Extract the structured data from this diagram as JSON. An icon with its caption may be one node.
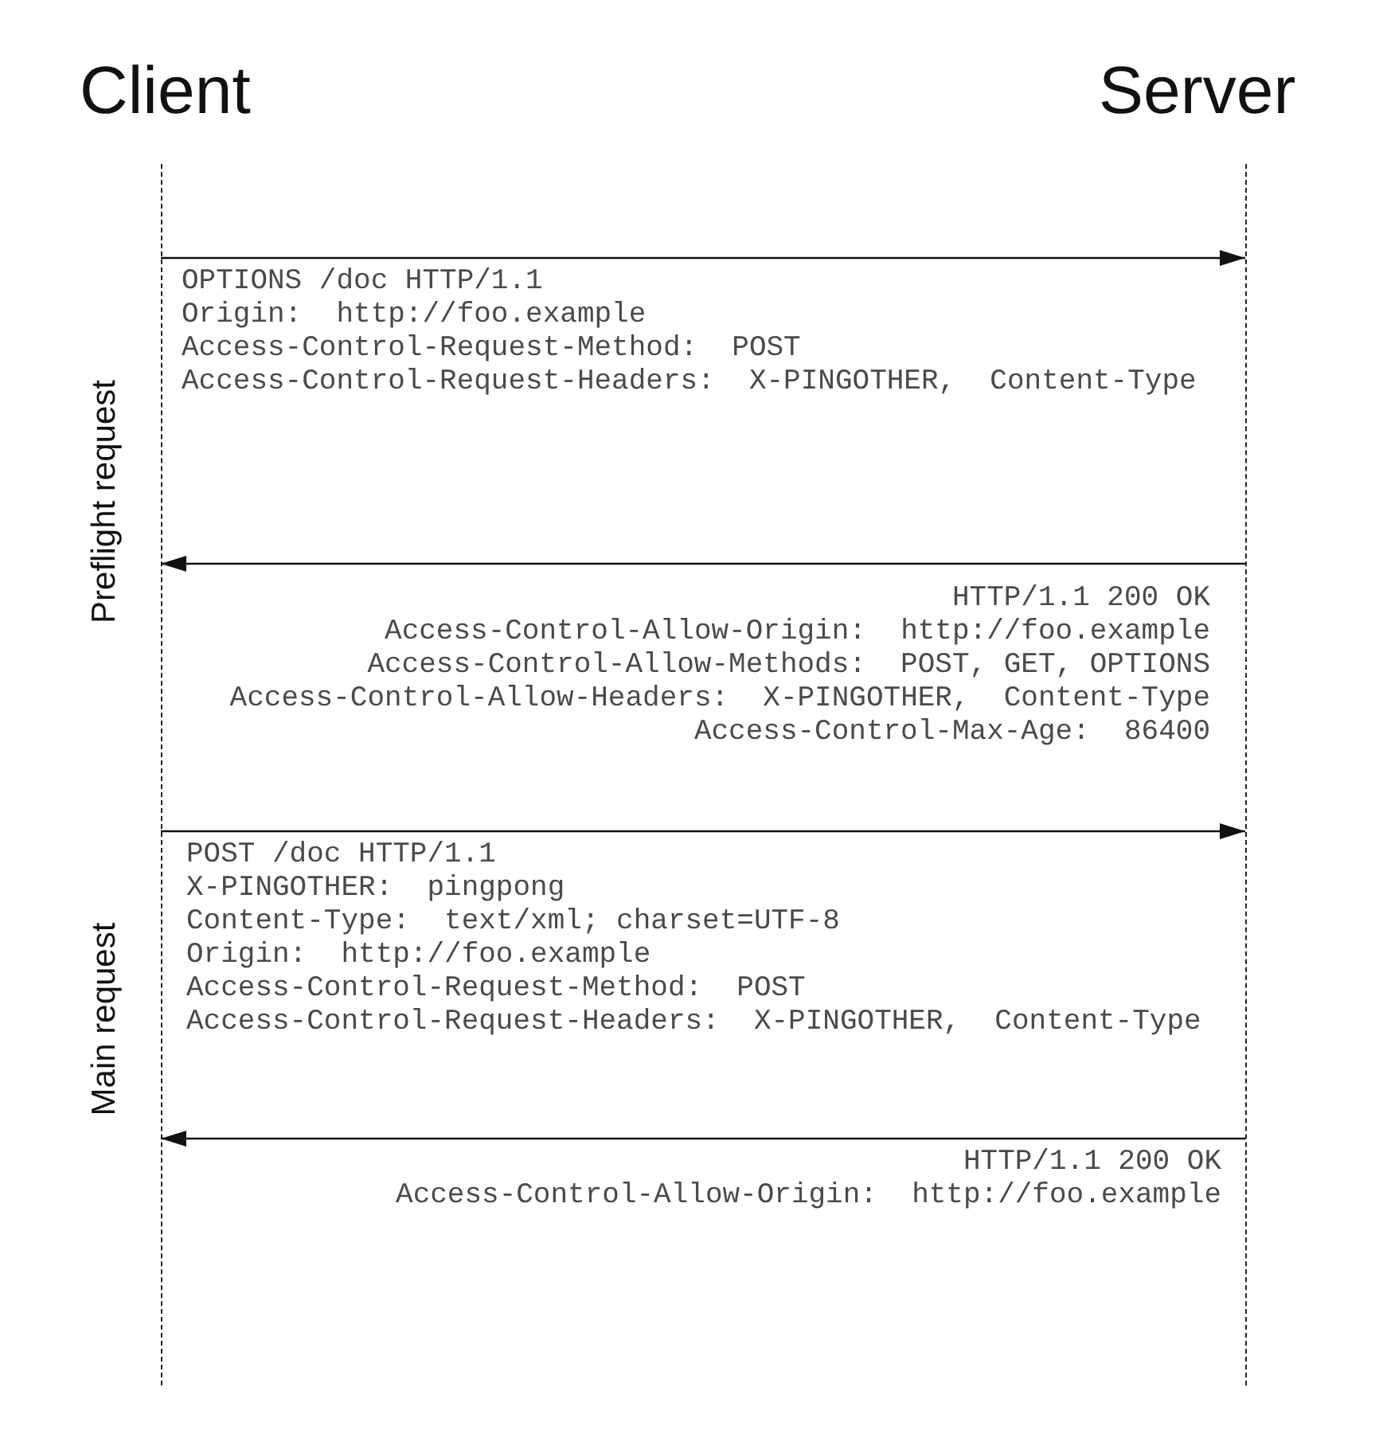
{
  "diagram": {
    "nodes": [
      {
        "text": [
          "Client"
        ]
      },
      {
        "text": [
          "Server"
        ]
      }
    ],
    "edges": [
      {
        "from": 0,
        "to": 1,
        "arrow": "to"
      },
      {
        "from": 1,
        "to": 0,
        "arrow": "to"
      },
      {
        "from": 0,
        "to": 1,
        "arrow": "to"
      },
      {
        "from": 1,
        "to": 0,
        "arrow": "to"
      }
    ],
    "labels": [
      "OPTIONS /doc HTTP/1.1",
      "Origin:  http://foo.example",
      "Access-Control-Request-Method:  POST",
      "Access-Control-Request-Headers:  X-PINGOTHER,  Content-Type",
      "Preflight request",
      "HTTP/1.1 200 OK",
      "Access-Control-Allow-Origin:  http://foo.example",
      "Access-Control-Allow-Methods:  POST, GET, OPTIONS",
      "Access-Control-Allow-Headers:  X-PINGOTHER,  Content-Type",
      "Access-Control-Max-Age:  86400",
      "POST /doc HTTP/1.1",
      "X-PINGOTHER:  pingpong",
      "Content-Type:  text/xml; charset=UTF-8",
      "Origin:  http://foo.example",
      "Access-Control-Request-Method:  POST",
      "Access-Control-Request-Headers:  X-PINGOTHER,  Content-Type",
      "Main request",
      "HTTP/1.1 200 OK",
      "Access-Control-Allow-Origin:  http://foo.example"
    ]
  }
}
